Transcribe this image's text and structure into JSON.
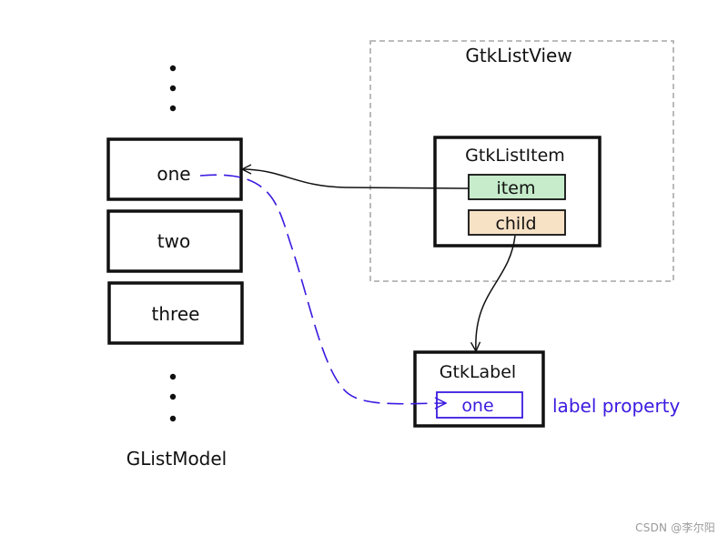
{
  "model": {
    "caption": "GListModel",
    "items": [
      "one",
      "two",
      "three"
    ]
  },
  "list_view": {
    "title": "GtkListView",
    "list_item": {
      "title": "GtkListItem",
      "item_field": "item",
      "child_field": "child"
    }
  },
  "label_widget": {
    "title": "GtkLabel",
    "text": "one",
    "property_note": "label property"
  },
  "watermark": "CSDN @李尔阳",
  "colors": {
    "stroke": "#111111",
    "dashed_border": "#b3b3b3",
    "item_fill": "#c6eccb",
    "child_fill": "#f8e2c6",
    "binding": "#3a1be0"
  }
}
